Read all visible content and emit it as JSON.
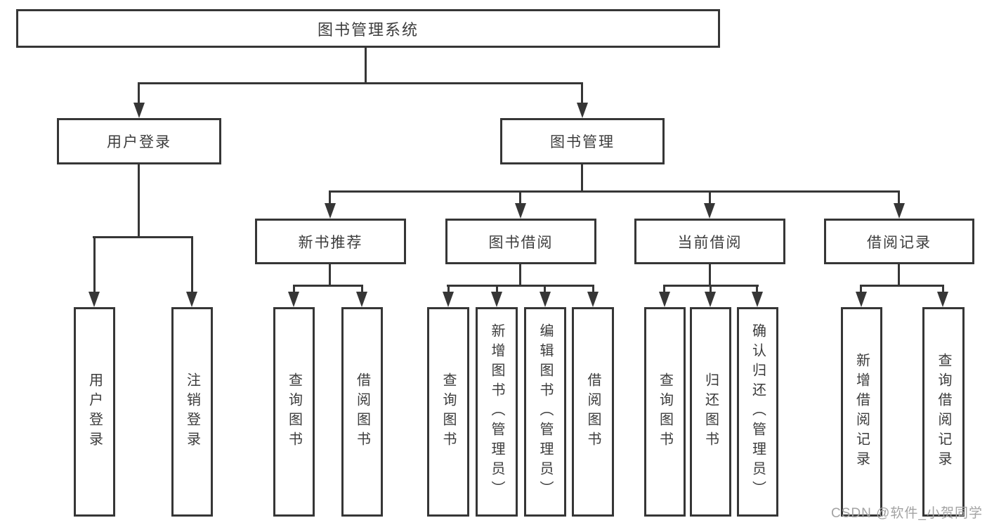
{
  "colors": {
    "line": "#363636",
    "text": "#3c3c3c",
    "watermark": "#a3a3a3",
    "background": "#ffffff"
  },
  "watermark": "CSDN @软件_小贺同学",
  "tree": {
    "root": "图书管理系统",
    "login": {
      "label": "用户登录",
      "children": [
        "用户登录",
        "注销登录"
      ]
    },
    "management": {
      "label": "图书管理",
      "groups": [
        {
          "label": "新书推荐",
          "children": [
            "查询图书",
            "借阅图书"
          ]
        },
        {
          "label": "图书借阅",
          "children": [
            "查询图书",
            "新增图书（管理员）",
            "编辑图书（管理员）",
            "借阅图书"
          ]
        },
        {
          "label": "当前借阅",
          "children": [
            "查询图书",
            "归还图书",
            "确认归还（管理员）"
          ]
        },
        {
          "label": "借阅记录",
          "children": [
            "新增借阅记录",
            "查询借阅记录"
          ]
        }
      ]
    }
  }
}
